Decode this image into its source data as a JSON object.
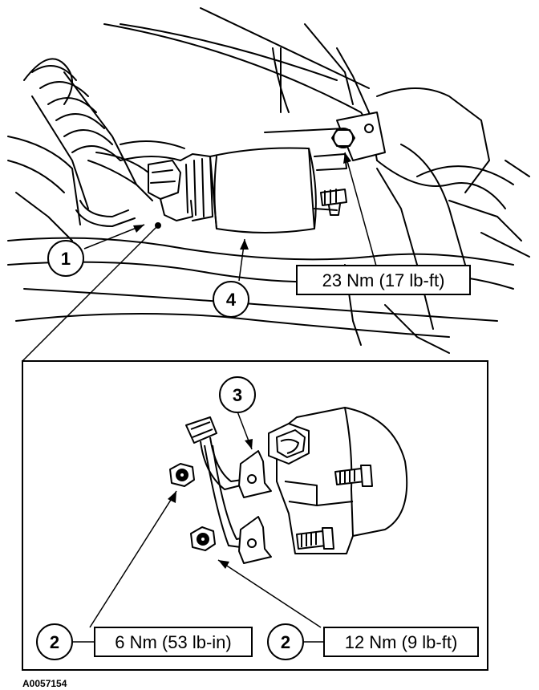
{
  "callouts": {
    "c1": "1",
    "c2a": "2",
    "c2b": "2",
    "c3": "3",
    "c4": "4"
  },
  "torques": {
    "mount_bolt": "23 Nm (17 lb-ft)",
    "small_nut": "6 Nm (53 lb-in)",
    "large_nut": "12 Nm (9 lb-ft)"
  },
  "doc_id": "A0057154"
}
